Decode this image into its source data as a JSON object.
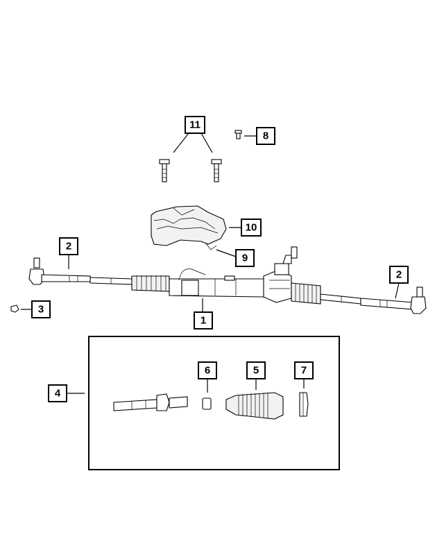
{
  "callouts": {
    "c1": "1",
    "c2_left": "2",
    "c2_right": "2",
    "c3": "3",
    "c4": "4",
    "c5": "5",
    "c6": "6",
    "c7": "7",
    "c8": "8",
    "c9": "9",
    "c10": "10",
    "c11": "11"
  },
  "colors": {
    "line": "#000000",
    "background": "#ffffff"
  }
}
